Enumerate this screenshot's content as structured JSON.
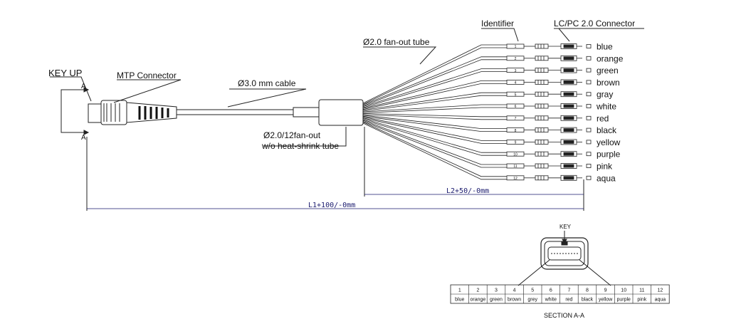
{
  "labels": {
    "key_up": "KEY UP",
    "mtp_connector": "MTP Connector",
    "section_marker": "A",
    "cable": "Ø3.0 mm cable",
    "fanout_line1": "Ø2.0/12fan-out",
    "fanout_line2": "w/o heat-shrink tube",
    "fanout_tube": "Ø2.0 fan-out tube",
    "identifier": "Identifier",
    "lc_connector": "LC/PC 2.0 Connector",
    "l2": "L2+50/-0mm",
    "l1": "L1+100/-0mm",
    "key": "KEY",
    "section": "SECTION A-A"
  },
  "fibers": [
    {
      "num": "1",
      "color": "blue",
      "short": "blue"
    },
    {
      "num": "2",
      "color": "orange",
      "short": "orange"
    },
    {
      "num": "3",
      "color": "green",
      "short": "green"
    },
    {
      "num": "4",
      "color": "brown",
      "short": "brown"
    },
    {
      "num": "5",
      "color": "gray",
      "short": "grey"
    },
    {
      "num": "6",
      "color": "white",
      "short": "white"
    },
    {
      "num": "7",
      "color": "red",
      "short": "red"
    },
    {
      "num": "8",
      "color": "black",
      "short": "black"
    },
    {
      "num": "9",
      "color": "yellow",
      "short": "yellow"
    },
    {
      "num": "10",
      "color": "purple",
      "short": "purple"
    },
    {
      "num": "11",
      "color": "pink",
      "short": "pink"
    },
    {
      "num": "12",
      "color": "aqua",
      "short": "aqua"
    }
  ]
}
